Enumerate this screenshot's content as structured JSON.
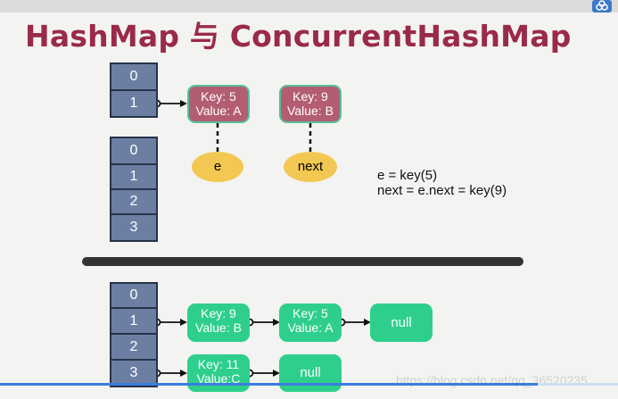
{
  "title": "HashMap 与 ConcurrentHashMap",
  "table_a": [
    "0",
    "1"
  ],
  "table_b": [
    "0",
    "1",
    "2",
    "3"
  ],
  "table_c": [
    "0",
    "1",
    "2",
    "3"
  ],
  "top_nodes": [
    {
      "key": "Key: 5",
      "value": "Value: A"
    },
    {
      "key": "Key: 9",
      "value": "Value: B"
    }
  ],
  "pointers": [
    "e",
    "next"
  ],
  "code_lines": [
    "e = key(5)",
    "next = e.next = key(9)"
  ],
  "bottom_row1": [
    {
      "key": "Key: 9",
      "value": "Value: B"
    },
    {
      "key": "Key: 5",
      "value": "Value: A"
    }
  ],
  "bottom_row2": [
    {
      "key": "Key: 11",
      "value": "Value:C"
    }
  ],
  "null_label": "null",
  "watermark": "https://blog.csdn.net/qq_36520235",
  "video_progress": 0.87,
  "colors": {
    "title": "#9a2a4a",
    "cell": "#6c7fa3",
    "red_node": "#b35d72",
    "green_node": "#2ecf8c",
    "pointer": "#f2c852"
  },
  "icons": {
    "corner": "cloud-icon"
  }
}
